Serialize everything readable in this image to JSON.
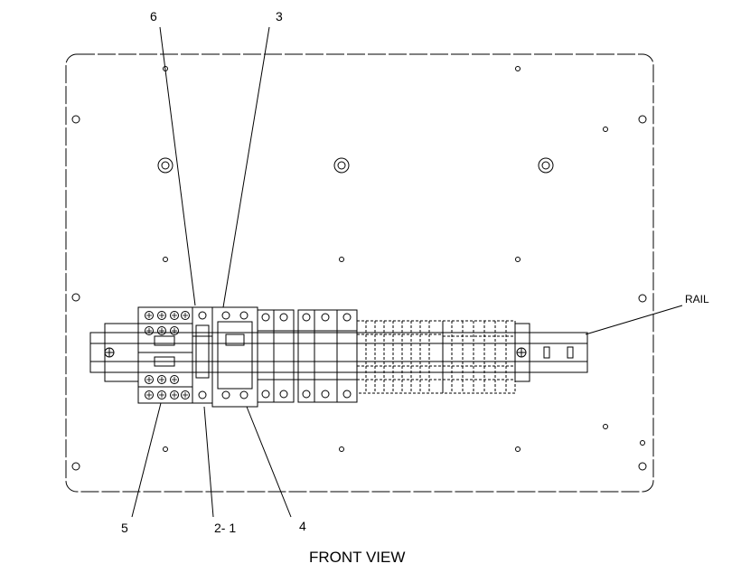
{
  "callouts": {
    "part_6": "6",
    "part_3": "3",
    "part_5": "5",
    "part_2_1": "2- 1",
    "part_4": "4",
    "rail": "RAIL"
  },
  "caption": "FRONT VIEW",
  "colors": {
    "line": "#000000",
    "background": "#ffffff"
  }
}
